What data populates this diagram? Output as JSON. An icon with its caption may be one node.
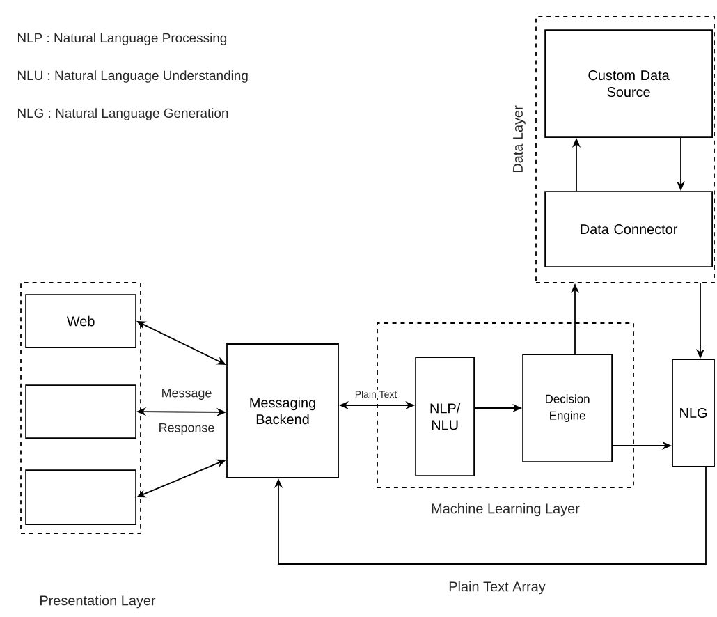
{
  "diagram": {
    "nodes": [
      {
        "text": [
          "Presentation Layer"
        ]
      },
      {
        "text": [
          "Web"
        ],
        "in": 0
      },
      {
        "text": [],
        "shape": "box",
        "in": 0
      },
      {
        "text": [],
        "shape": "box",
        "in": 0
      },
      {
        "text": [
          "Messaging Backend"
        ]
      },
      {
        "text": [
          "Machine Learning Layer"
        ]
      },
      {
        "text": [
          "NLP/ NLU"
        ],
        "in": 5
      },
      {
        "text": [
          "Decision Engine"
        ],
        "in": 5
      },
      {
        "text": [
          "Data Layer"
        ]
      },
      {
        "text": [
          "Custom Data Source"
        ],
        "in": 8
      },
      {
        "text": [
          "Data Connector"
        ],
        "in": 8
      },
      {
        "text": [
          "NLG"
        ]
      }
    ],
    "edges": [
      {
        "from": 1,
        "to": 4,
        "arrow": "both"
      },
      {
        "from": 2,
        "to": 4,
        "arrow": "both",
        "label": "Message"
      },
      {
        "from": 3,
        "to": 4,
        "arrow": "both"
      },
      {
        "from": 4,
        "to": 6,
        "arrow": "both",
        "label": "Plain Text"
      },
      {
        "from": 6,
        "to": 7,
        "arrow": "to"
      },
      {
        "from": 7,
        "to": 8,
        "arrow": "to"
      },
      {
        "from": 10,
        "to": 9,
        "arrow": "to"
      },
      {
        "from": 9,
        "to": 10,
        "arrow": "to"
      },
      {
        "from": 8,
        "to": 11,
        "arrow": "to"
      },
      {
        "from": 7,
        "to": 11,
        "arrow": "to"
      },
      {
        "from": 11,
        "to": 4,
        "arrow": "to",
        "label": "Plain Text Array"
      }
    ],
    "labels": [
      "NLP : Natural Language Processing",
      "NLU : Natural Language Understanding",
      "NLG : Natural Language Generation",
      "Response"
    ]
  }
}
